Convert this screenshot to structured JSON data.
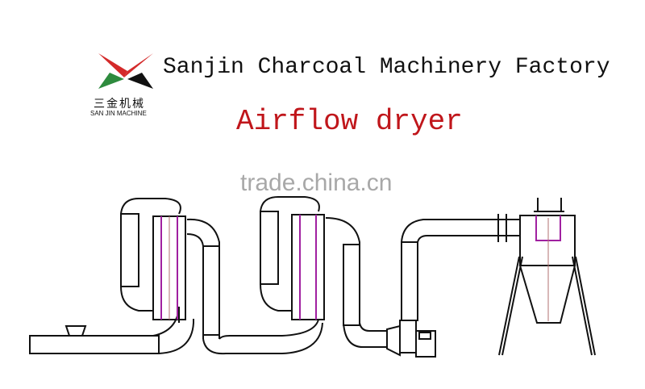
{
  "header": {
    "company_title": "Sanjin Charcoal Machinery Factory",
    "product_title": "Airflow dryer"
  },
  "logo": {
    "chinese_text": "三金机械",
    "english_text": "SAN JIN MACHINE",
    "colors": {
      "red": "#d42a2a",
      "green": "#2e8b3e",
      "black": "#111111"
    }
  },
  "watermark": {
    "text": "trade.china.cn"
  },
  "diagram": {
    "components": [
      "feed-conveyor",
      "feed-hopper",
      "drying-pipe-loop-1",
      "drying-pipe-loop-2",
      "induced-draft-fan",
      "outlet-pipe",
      "cyclone-separator",
      "support-legs"
    ],
    "colors": {
      "line": "#111111",
      "accent": "#a020a0",
      "centerline": "#b07070"
    }
  }
}
